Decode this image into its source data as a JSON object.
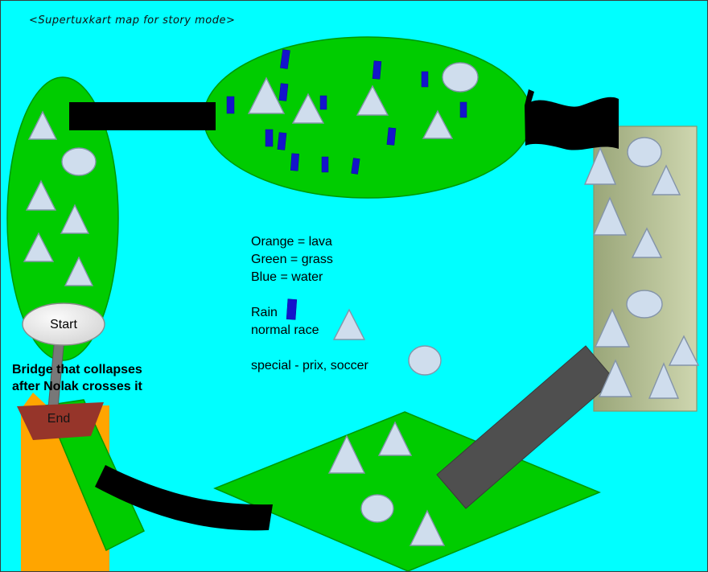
{
  "title": "<Supertuxkart map for story mode>",
  "legend": {
    "orange": "Orange = lava",
    "green": "Green = grass",
    "blue": "Blue = water",
    "rain": "Rain",
    "normal_race": "normal race",
    "special": "special - prix, soccer"
  },
  "labels": {
    "start": "Start",
    "end": "End",
    "bridge_note_1": "Bridge that collapses",
    "bridge_note_2": "after Nolak crosses it"
  },
  "colors": {
    "background": "#00ffff",
    "grass": "#00cc00",
    "lava": "#ffa500",
    "water_rain": "#1414cc",
    "marker": "#cfdded",
    "bridge": "#000000",
    "special_bridge": "#4f4f4f",
    "end_platform": "#96352a",
    "right_zone": "#b6c08f",
    "start_platform": "#ececec"
  }
}
